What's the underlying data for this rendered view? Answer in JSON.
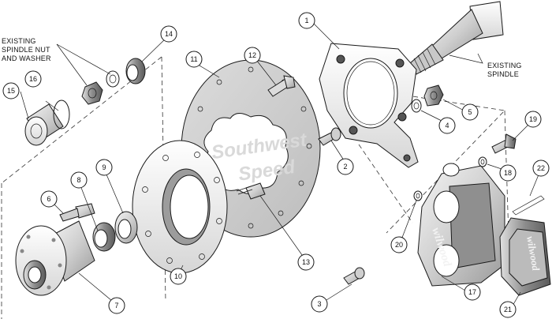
{
  "watermark": {
    "line1": "Southwest",
    "line2": "Speed"
  },
  "brand": {
    "caliper": "wilwood",
    "pad": "wilwood"
  },
  "text_labels": {
    "spindle_nut": [
      "EXISTING",
      "SPINDLE NUT",
      "AND WASHER"
    ],
    "spindle": [
      "EXISTING",
      "SPINDLE"
    ]
  },
  "callouts": [
    {
      "id": "c1",
      "label": "1"
    },
    {
      "id": "c2",
      "label": "2"
    },
    {
      "id": "c3",
      "label": "3"
    },
    {
      "id": "c4",
      "label": "4"
    },
    {
      "id": "c5",
      "label": "5"
    },
    {
      "id": "c6",
      "label": "6"
    },
    {
      "id": "c7",
      "label": "7"
    },
    {
      "id": "c8",
      "label": "8"
    },
    {
      "id": "c9",
      "label": "9"
    },
    {
      "id": "c10",
      "label": "10"
    },
    {
      "id": "c11",
      "label": "11"
    },
    {
      "id": "c12",
      "label": "12"
    },
    {
      "id": "c13",
      "label": "13"
    },
    {
      "id": "c14",
      "label": "14"
    },
    {
      "id": "c15",
      "label": "15"
    },
    {
      "id": "c16",
      "label": "16"
    },
    {
      "id": "c17",
      "label": "17"
    },
    {
      "id": "c18",
      "label": "18"
    },
    {
      "id": "c19",
      "label": "19"
    },
    {
      "id": "c20",
      "label": "20"
    },
    {
      "id": "c21",
      "label": "21"
    },
    {
      "id": "c22",
      "label": "22"
    }
  ]
}
